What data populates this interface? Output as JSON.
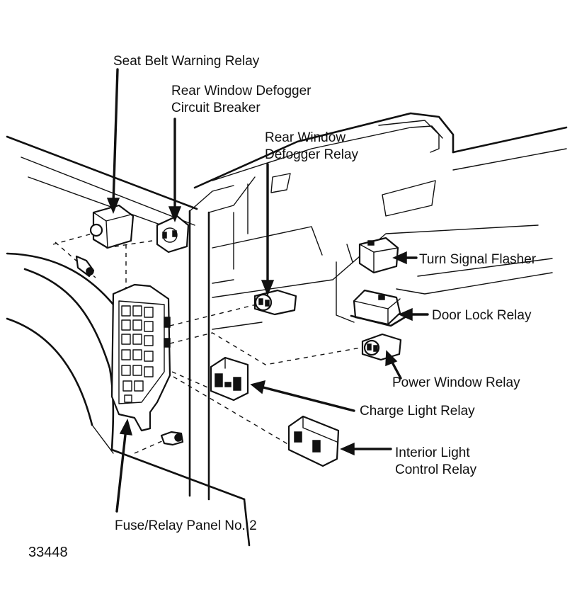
{
  "labels": {
    "seat_belt_warning_relay": "Seat Belt Warning Relay",
    "rear_window_defogger_circuit_breaker_line1": "Rear Window Defogger",
    "rear_window_defogger_circuit_breaker_line2": "Circuit Breaker",
    "rear_window_defogger_relay_line1": "Rear Window",
    "rear_window_defogger_relay_line2": "Defogger Relay",
    "turn_signal_flasher": "Turn Signal Flasher",
    "door_lock_relay": "Door Lock Relay",
    "power_window_relay": "Power Window Relay",
    "charge_light_relay": "Charge Light Relay",
    "interior_light_control_relay_line1": "Interior Light",
    "interior_light_control_relay_line2": "Control Relay",
    "fuse_relay_panel_no2": "Fuse/Relay Panel No. 2"
  },
  "figure_number": "33448"
}
